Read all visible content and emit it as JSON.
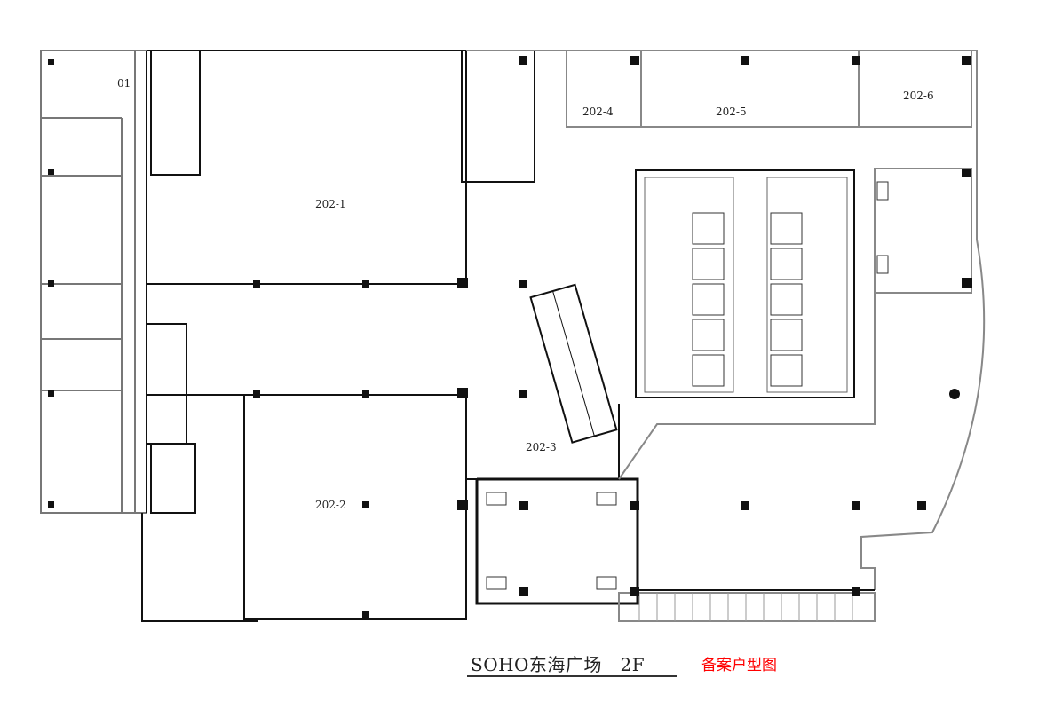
{
  "plan": {
    "units": [
      "01",
      "202-1",
      "202-2",
      "202-3",
      "202-4",
      "202-5",
      "202-6"
    ]
  },
  "footer": {
    "title": "SOHO东海广场   2F",
    "note": "备案户型图"
  },
  "colors": {
    "wall": "#111111",
    "thin": "#777777",
    "note": "#ff0000"
  }
}
